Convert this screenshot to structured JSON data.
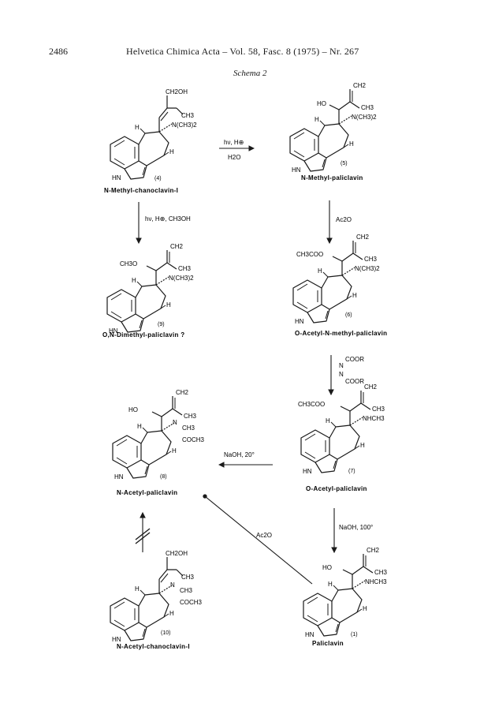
{
  "header": {
    "page_number": "2486",
    "running_title": "Helvetica Chimica Acta – Vol. 58, Fasc. 8 (1975) – Nr. 267"
  },
  "scheme": {
    "title": "Schema 2",
    "compounds": [
      {
        "key": "c4",
        "number": "(4)",
        "label": "N-Methyl-chanoclavin-I",
        "substituents": {
          "top": "CH2OH",
          "methyl": "CH3",
          "amine": "N(CH3)2"
        }
      },
      {
        "key": "c5",
        "number": "(5)",
        "label": "N-Methyl-paliclavin",
        "substituents": {
          "oxygen": "HO",
          "alkene": "CH2",
          "methyl": "CH3",
          "amine": "N(CH3)2"
        }
      },
      {
        "key": "c9",
        "number": "(9)",
        "label": "O,N-Dimethyl-paliclavin ?",
        "substituents": {
          "oxygen": "CH3O",
          "alkene": "CH2",
          "methyl": "CH3",
          "amine": "N(CH3)2"
        }
      },
      {
        "key": "c6",
        "number": "(6)",
        "label": "O-Acetyl-N-methyl-paliclavin",
        "substituents": {
          "oxygen": "CH3COO",
          "alkene": "CH2",
          "methyl": "CH3",
          "amine": "N(CH3)2"
        }
      },
      {
        "key": "c8",
        "number": "(8)",
        "label": "N-Acetyl-paliclavin",
        "substituents": {
          "oxygen": "HO",
          "alkene": "CH2",
          "methyl": "CH3",
          "amine_me": "CH3",
          "amine_ac": "COCH3"
        }
      },
      {
        "key": "c7",
        "number": "(7)",
        "label": "O-Acetyl-paliclavin",
        "substituents": {
          "oxygen": "CH3COO",
          "alkene": "CH2",
          "methyl": "CH3",
          "amine": "NHCH3"
        }
      },
      {
        "key": "c10",
        "number": "(10)",
        "label": "N-Acetyl-chanoclavin-I",
        "substituents": {
          "top": "CH2OH",
          "methyl": "CH3",
          "amine_me": "CH3",
          "amine_ac": "COCH3"
        }
      },
      {
        "key": "c1",
        "number": "(1)",
        "label": "Paliclavin",
        "substituents": {
          "oxygen": "HO",
          "alkene": "CH2",
          "methyl": "CH3",
          "amine": "NHCH3"
        }
      }
    ],
    "atoms": {
      "h": "H",
      "nh": "HN",
      "n": "N"
    },
    "reactions": {
      "r_4_5": {
        "above": "hν, H⊕",
        "below": "H2O"
      },
      "r_4_9": {
        "text": "hν, H⊕, CH3OH"
      },
      "r_5_6": {
        "text": "Ac2O"
      },
      "r_6_7": {
        "line1": "COOR",
        "line2": "N",
        "line3": "N",
        "line4": "COOR"
      },
      "r_7_8": {
        "text": "NaOH, 20°"
      },
      "r_7_1": {
        "text": "NaOH, 100°"
      },
      "r_1_8": {
        "text": "Ac2O"
      }
    }
  }
}
